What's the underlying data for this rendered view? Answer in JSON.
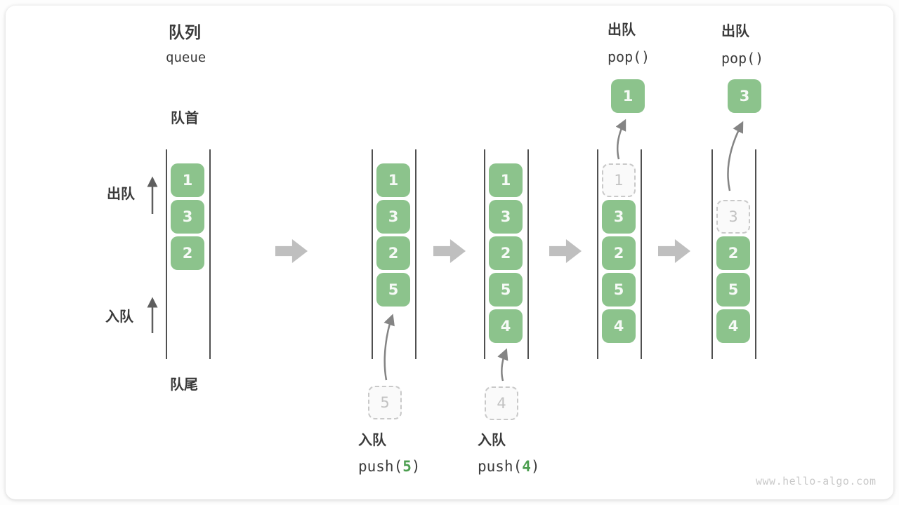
{
  "title": {
    "zh": "队列",
    "en": "queue"
  },
  "side_labels": {
    "front": "队首",
    "rear": "队尾",
    "dequeue": "出队",
    "enqueue": "入队"
  },
  "watermark": "www.hello-algo.com",
  "colors": {
    "box_green": "#8cc38c",
    "title_green": "#4fa355",
    "code_green": "#4c9e50",
    "line_dark": "#505050",
    "block_arrow_gray": "#bfbfbf",
    "curve_arrow_gray": "#848484",
    "dashed_border": "#c9c9c9",
    "dashed_text": "#c2c2c2",
    "label_dark": "#3a3a3a",
    "watermark_gray": "#c9c9c9"
  },
  "columns": [
    {
      "name": "state-initial",
      "slots": [
        {
          "v": "1",
          "t": "filled"
        },
        {
          "v": "3",
          "t": "filled"
        },
        {
          "v": "2",
          "t": "filled"
        }
      ]
    },
    {
      "name": "state-after-push-5",
      "slots": [
        {
          "v": "1",
          "t": "filled"
        },
        {
          "v": "3",
          "t": "filled"
        },
        {
          "v": "2",
          "t": "filled"
        },
        {
          "v": "5",
          "t": "filled"
        }
      ],
      "push": {
        "value": "5",
        "caption_zh": "入队",
        "code_pre": "push(",
        "code_arg": "5",
        "code_post": ")"
      }
    },
    {
      "name": "state-after-push-4",
      "slots": [
        {
          "v": "1",
          "t": "filled"
        },
        {
          "v": "3",
          "t": "filled"
        },
        {
          "v": "2",
          "t": "filled"
        },
        {
          "v": "5",
          "t": "filled"
        },
        {
          "v": "4",
          "t": "filled"
        }
      ],
      "push": {
        "value": "4",
        "caption_zh": "入队",
        "code_pre": "push(",
        "code_arg": "4",
        "code_post": ")"
      }
    },
    {
      "name": "state-after-pop-1",
      "slots": [
        {
          "v": "1",
          "t": "dashed"
        },
        {
          "v": "3",
          "t": "filled"
        },
        {
          "v": "2",
          "t": "filled"
        },
        {
          "v": "5",
          "t": "filled"
        },
        {
          "v": "4",
          "t": "filled"
        }
      ],
      "pop": {
        "value": "1",
        "label_zh": "出队",
        "code": "pop()"
      }
    },
    {
      "name": "state-after-pop-3",
      "slots": [
        {
          "t": "empty"
        },
        {
          "v": "3",
          "t": "dashed"
        },
        {
          "v": "2",
          "t": "filled"
        },
        {
          "v": "5",
          "t": "filled"
        },
        {
          "v": "4",
          "t": "filled"
        }
      ],
      "pop": {
        "value": "3",
        "label_zh": "出队",
        "code": "pop()"
      }
    }
  ]
}
